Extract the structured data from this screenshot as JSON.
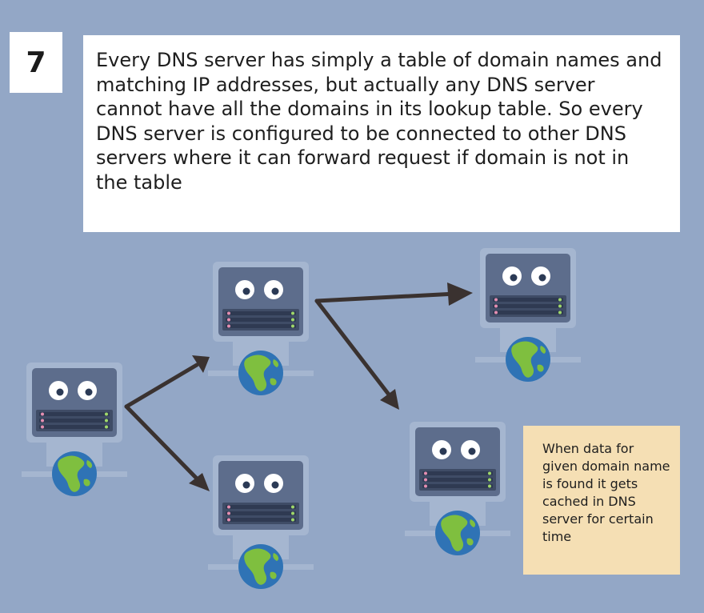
{
  "step": {
    "number": "7"
  },
  "description": {
    "text": "Every DNS server has simply a table of domain names and matching IP addresses, but actually any DNS server cannot have all the domains in its lookup table. So every DNS server is configured to be connected to other DNS servers where it can forward request if domain is not in the table"
  },
  "note": {
    "text": "When data for given domain name is found it gets cached in DNS server for certain time"
  },
  "colors": {
    "background": "#93a7c6",
    "server_frame": "#a5b6d0",
    "server_body": "#5d6d8c",
    "server_panel": "#3f4c66",
    "arrow": "#3a3230",
    "ocean": "#2f73b5",
    "land": "#7fbf3f",
    "note_background": "#f5dfb4"
  },
  "diagram": {
    "servers": [
      {
        "id": "server-left",
        "icon": "dns-server-icon"
      },
      {
        "id": "server-middle-top",
        "icon": "dns-server-icon"
      },
      {
        "id": "server-middle-bottom",
        "icon": "dns-server-icon"
      },
      {
        "id": "server-right-top",
        "icon": "dns-server-icon"
      },
      {
        "id": "server-right-bottom",
        "icon": "dns-server-icon"
      }
    ],
    "connections": [
      {
        "from": "server-left",
        "to": "server-middle-top"
      },
      {
        "from": "server-left",
        "to": "server-middle-bottom"
      },
      {
        "from": "server-middle-top",
        "to": "server-right-top"
      },
      {
        "from": "server-middle-top",
        "to": "server-right-bottom"
      }
    ]
  }
}
